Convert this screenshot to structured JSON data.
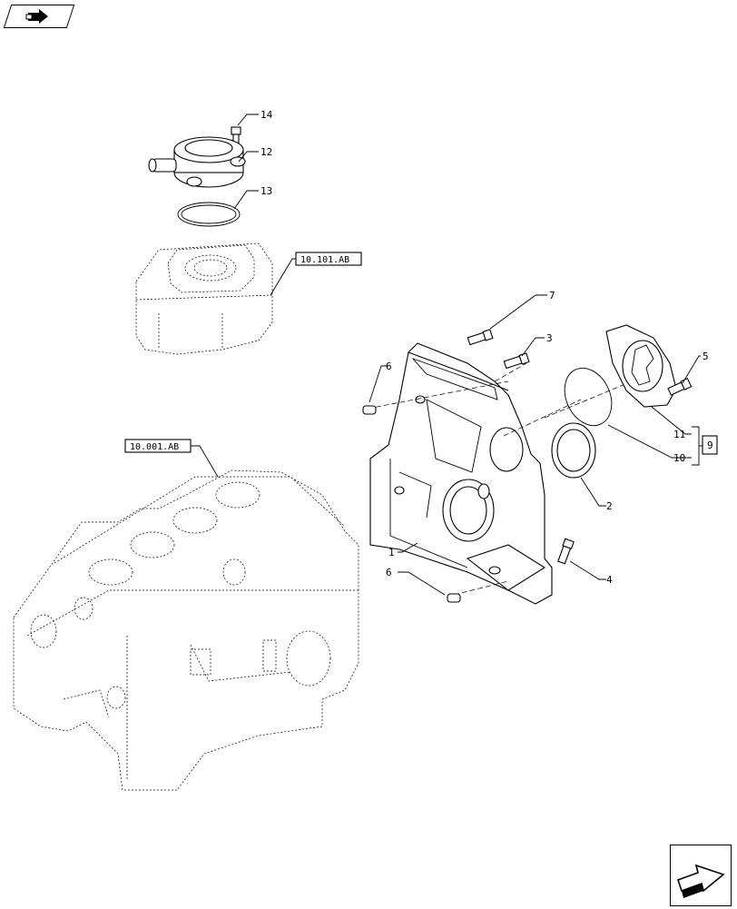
{
  "callouts": [
    {
      "id": "c14",
      "text": "14"
    },
    {
      "id": "c12",
      "text": "12"
    },
    {
      "id": "c13",
      "text": "13"
    },
    {
      "id": "c7",
      "text": "7"
    },
    {
      "id": "c3",
      "text": "3"
    },
    {
      "id": "c5",
      "text": "5"
    },
    {
      "id": "c6a",
      "text": "6"
    },
    {
      "id": "c11",
      "text": "11"
    },
    {
      "id": "c10",
      "text": "10"
    },
    {
      "id": "c9",
      "text": "9"
    },
    {
      "id": "c2",
      "text": "2"
    },
    {
      "id": "c1",
      "text": "1"
    },
    {
      "id": "c6b",
      "text": "6"
    },
    {
      "id": "c4",
      "text": "4"
    }
  ],
  "references": {
    "head_cover": "10.101.AB",
    "engine_block": "10.001.AB"
  },
  "navigation": {
    "back_icon": "back-arrow-icon",
    "forward_icon": "forward-arrow-icon"
  }
}
